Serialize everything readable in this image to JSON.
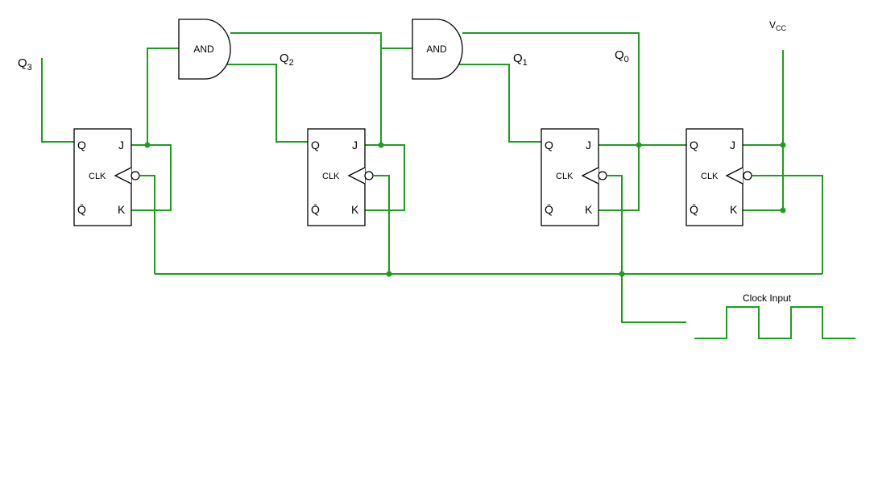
{
  "flipflop_pins": {
    "q": "Q",
    "j": "J",
    "clk": "CLK",
    "qbar": "Q̄",
    "k": "K"
  },
  "gates": [
    {
      "label": "AND"
    },
    {
      "label": "AND"
    }
  ],
  "outputs": [
    {
      "name": "Q",
      "sub": "3"
    },
    {
      "name": "Q",
      "sub": "2"
    },
    {
      "name": "Q",
      "sub": "1"
    },
    {
      "name": "Q",
      "sub": "0"
    }
  ],
  "vcc": {
    "name": "V",
    "sub": "CC"
  },
  "clock_label": "Clock Input",
  "colors": {
    "wire": "#1e9e1e",
    "outline": "#000000"
  }
}
